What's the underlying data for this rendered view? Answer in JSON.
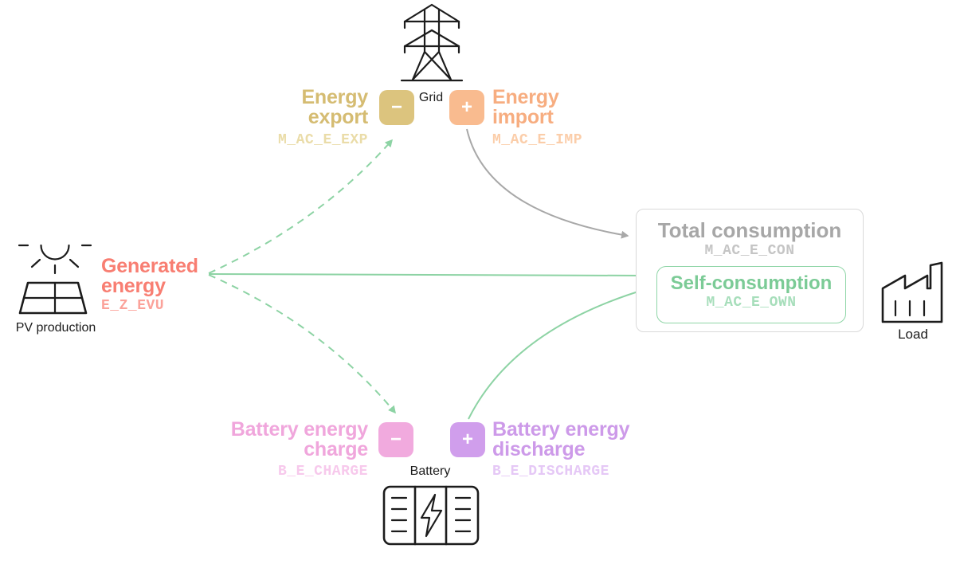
{
  "nodes": {
    "grid": {
      "label": "Grid"
    },
    "pv": {
      "label": "PV production"
    },
    "load": {
      "label": "Load"
    },
    "battery": {
      "label": "Battery"
    }
  },
  "flows": {
    "export": {
      "title": "Energy export",
      "code": "M_AC_E_EXP",
      "sign": "−"
    },
    "import": {
      "title": "Energy import",
      "code": "M_AC_E_IMP",
      "sign": "+"
    },
    "generated": {
      "title": "Generated energy",
      "code": "E_Z_EVU"
    },
    "total": {
      "title": "Total consumption",
      "code": "M_AC_E_CON"
    },
    "self": {
      "title": "Self-consumption",
      "code": "M_AC_E_OWN"
    },
    "charge": {
      "title": "Battery energy charge",
      "code": "B_E_CHARGE",
      "sign": "−"
    },
    "discharge": {
      "title": "Battery energy discharge",
      "code": "B_E_DISCHARGE",
      "sign": "+"
    }
  },
  "colors": {
    "export": "#DCC47E",
    "import": "#F9BB8F",
    "generated": "#F87E72",
    "total_gray": "#A7A7A7",
    "self_green": "#7BCB96",
    "charge_pink": "#F1AADE",
    "discharge_purple": "#D09EEC",
    "arrow_green": "#8DD3A4",
    "arrow_gray": "#A8A8A8",
    "icon_ink": "#1C1C1C"
  }
}
